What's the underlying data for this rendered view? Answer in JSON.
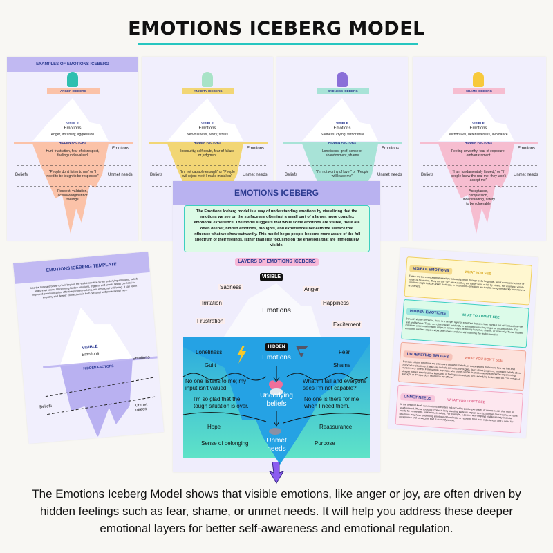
{
  "title": "EMOTIONS ICEBERG MODEL",
  "colors": {
    "accent_line": "#26c6c0",
    "card_bg": "#f1effd",
    "band": "#c1b9f2",
    "anger": "#fbc2a8",
    "anxiety": "#f2d675",
    "sadness": "#a8e3d7",
    "shame": "#f6bdd0",
    "water_top": "#2aa8e0",
    "water_bottom": "#5fe3c7",
    "arrow": "#8b5cf0"
  },
  "examples": {
    "header": "EXAMPLES OF EMOTIONS ICEBERG",
    "visible_label": "VISIBLE",
    "emotions_label": "Emotions",
    "hidden_label": "HIDDEN FACTORS",
    "side_emotions": "Emotions",
    "side_beliefs": "Beliefs",
    "side_needs": "Unmet needs",
    "cards": [
      {
        "name": "ANGER ICEBERG",
        "visible": "Anger, irritability, aggression",
        "hidden_emotions": "Hurt, frustration, fear of disrespect, feeling undervalued",
        "beliefs": "\"People don't listen to me\" or \"I need to be tough to be respected\"",
        "needs": "Respect, validation, acknowledgment of feelings"
      },
      {
        "name": "ANXIETY ICEBERG",
        "visible": "Nervousness, worry, stress",
        "hidden_emotions": "Insecurity, self-doubt, fear of failure or judgment",
        "beliefs": "\"I'm not capable enough\" or \"People will reject me if I make mistakes\"",
        "needs": ""
      },
      {
        "name": "SADNESS ICEBERG",
        "visible": "Sadness, crying, withdrawal",
        "hidden_emotions": "Loneliness, grief, sense of abandonment, shame",
        "beliefs": "\"I'm not worthy of love,\" or \"People will leave me\"",
        "needs": ""
      },
      {
        "name": "SHAME ICEBERG",
        "visible": "Withdrawal, defensiveness, avoidance",
        "hidden_emotions": "Feeling unworthy, fear of exposure, embarrassment",
        "beliefs": "\"I am fundamentally flawed,\" or \"If people knew the real me, they won't accept me\"",
        "needs": "Acceptance, compassion, understanding, safety to be vulnerable"
      }
    ]
  },
  "main": {
    "header": "EMOTIONS ICEBERG",
    "description": "The Emotions Iceberg model is a way of understanding emotions by visualizing that the emotions we see on the surface are often just a small part of a larger, more complex emotional experience. The model suggests that while some emotions are visible, there are often deeper, hidden emotions, thoughts, and experiences beneath the surface that influence what we show outwardly. This model helps people become more aware of the full spectrum of their feelings, rather than just focusing on the emotions that are immediately visible.",
    "layers_title": "LAYERS OF EMOTIONS ICEBERG",
    "visible_tag": "VISIBLE",
    "visible_center": "Emotions",
    "visible_words": [
      "Sadness",
      "Anger",
      "Irritation",
      "Happiness",
      "Frustration",
      "Excitement"
    ],
    "hidden_tag": "HIDDEN",
    "hidden_center": "Emotions",
    "hidden_words": [
      "Loneliness",
      "Fear",
      "Guilt",
      "Shame"
    ],
    "beliefs_center": "Underlying beliefs",
    "beliefs": [
      "No one listens to me; my input isn't valued.",
      "I'm so glad that the tough situation is over.",
      "What if I fail and everyone sees I'm not capable?",
      "No one is there for me when I need them."
    ],
    "needs_center": "Unmet needs",
    "needs": [
      "Hope",
      "Reassurance",
      "Sense of belonging",
      "Purpose"
    ]
  },
  "template": {
    "header": "EMOTIONS ICEBERG TEMPLATE",
    "intro": "Use the template below to look beyond the visible emotion to the underlying emotions, beliefs and unmet needs. Uncovering hidden emotions, triggers, and unmet needs can lead to improved communication, effective problem-solving, and emotional well-being. It can foster empathy and deeper connections in both personal and professional lives.",
    "visible_label": "VISIBLE",
    "emotions_label": "Emotions",
    "hidden_label": "HIDDEN FACTORS",
    "side_emotions": "Emotions",
    "side_beliefs": "Beliefs",
    "side_needs": "Unmet needs"
  },
  "layers_sheet": [
    {
      "title": "VISIBLE EMOTIONS",
      "tag": "WHAT YOU SEE",
      "text": "These are the emotions that we show outwardly, often through body language, facial expressions, tone of voice, or behaviors. They are the \"tip\" because they are easily seen or felt by others. For example, visible emotions might include anger, sadness, or frustration—emotions we tend to recognize quickly in ourselves and others."
    },
    {
      "title": "HIDDEN EMOTIONS",
      "tag": "WHAT YOU DON'T SEE",
      "text": "Beneath visible emotions, there is a deeper layer of emotions that aren't as obvious but still impact how we feel and behave. These are often harder to identify or admit because they might be uncomfortable. For instance, underneath visible anger, a person might be feeling hurt, fear, shame, or insecurity. These hidden emotions are less apparent but often more fundamental in driving the visible emotion."
    },
    {
      "title": "UNDERLYING BELIEFS",
      "tag": "WHAT YOU DON'T SEE",
      "text": "Beneath hidden emotions are often core thoughts, beliefs, or assumptions that shape how we feel and respond to situations. These can include self-critical thoughts, fears about judgment, or limiting beliefs about ourselves or others. For example, a person who shows visible frustration at work might be experiencing deeper hidden emotions like insecurity or feeling undervalued. The underlying belief might be, \"I'm not good enough\" or \"People don't recognize my efforts.\""
    },
    {
      "title": "UNMET NEEDS",
      "tag": "WHAT YOU DON'T SEE",
      "text": "At the deepest level, our emotions are often influenced by past experiences or unmet needs that may go unaddressed. These could be rooted in long-standing patterns or past events, such as past trauma, present needs for connection, validation, or safety. For example, a person who displays visible anxiety in social situations may have underlying emotions of loneliness or rejection from past experiences and a need for acceptance and connection that is currently unmet."
    }
  ],
  "bottom_text": "The Emotions Iceberg Model shows that visible emotions, like anger or joy, are often driven by hidden feelings such as fear, shame, or unmet needs. It will help you address these deeper emotional layers for better self-awareness and emotional regulation."
}
